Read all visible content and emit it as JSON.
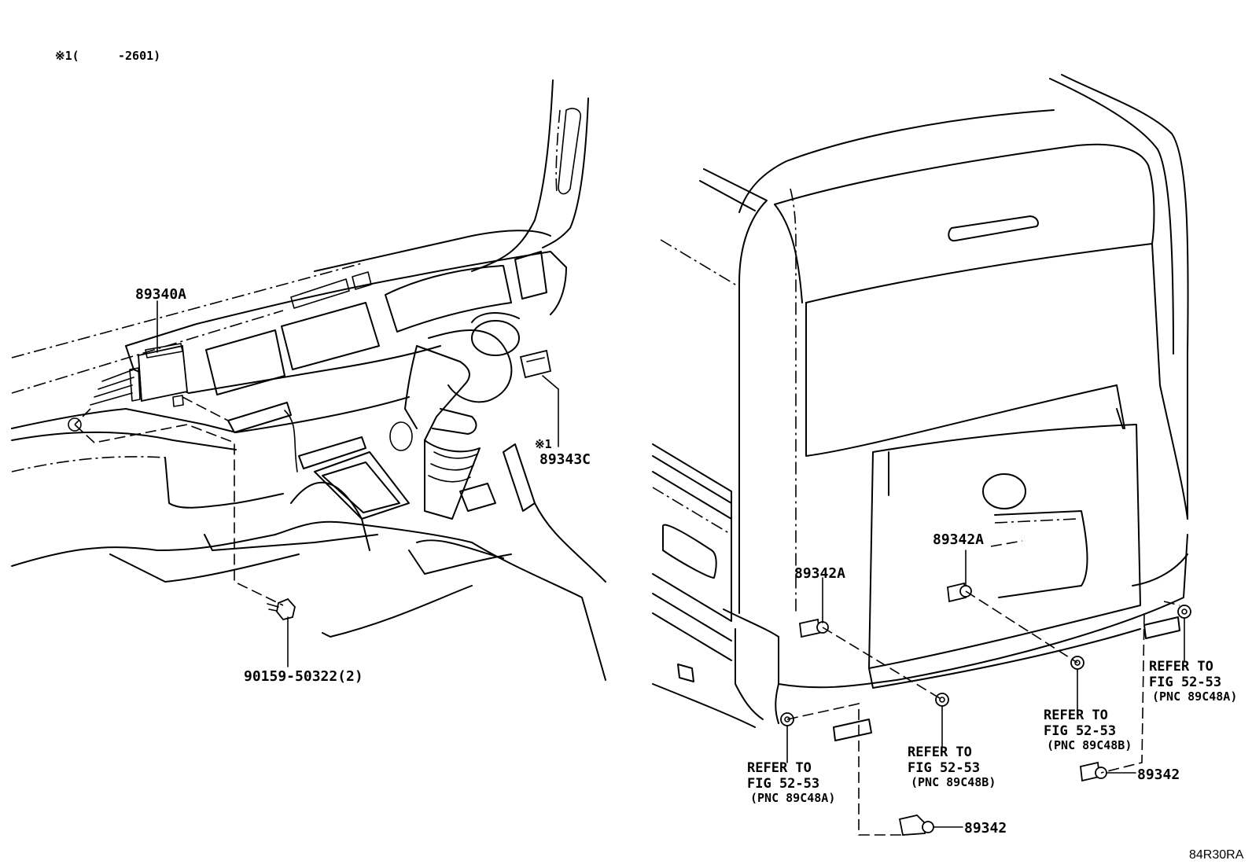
{
  "note": {
    "marker": "※1(",
    "range": "-2601)"
  },
  "labels": {
    "p89340A": "89340A",
    "p89343C_marker": "※1",
    "p89343C": "89343C",
    "p90159": "90159-50322(2)",
    "p89342A_left": "89342A",
    "p89342A_center": "89342A",
    "p89342_right": "89342",
    "p89342_bottom": "89342"
  },
  "refs": [
    {
      "line1": "REFER TO",
      "line2": "FIG 52-53",
      "line3": "(PNC 89C48A)"
    },
    {
      "line1": "REFER TO",
      "line2": "FIG 52-53",
      "line3": "(PNC 89C48B)"
    },
    {
      "line1": "REFER TO",
      "line2": "FIG 52-53",
      "line3": "(PNC 89C48B)"
    },
    {
      "line1": "REFER TO",
      "line2": "FIG 52-53",
      "line3": "(PNC 89C48A)"
    }
  ],
  "figure_code": "84R30RA"
}
